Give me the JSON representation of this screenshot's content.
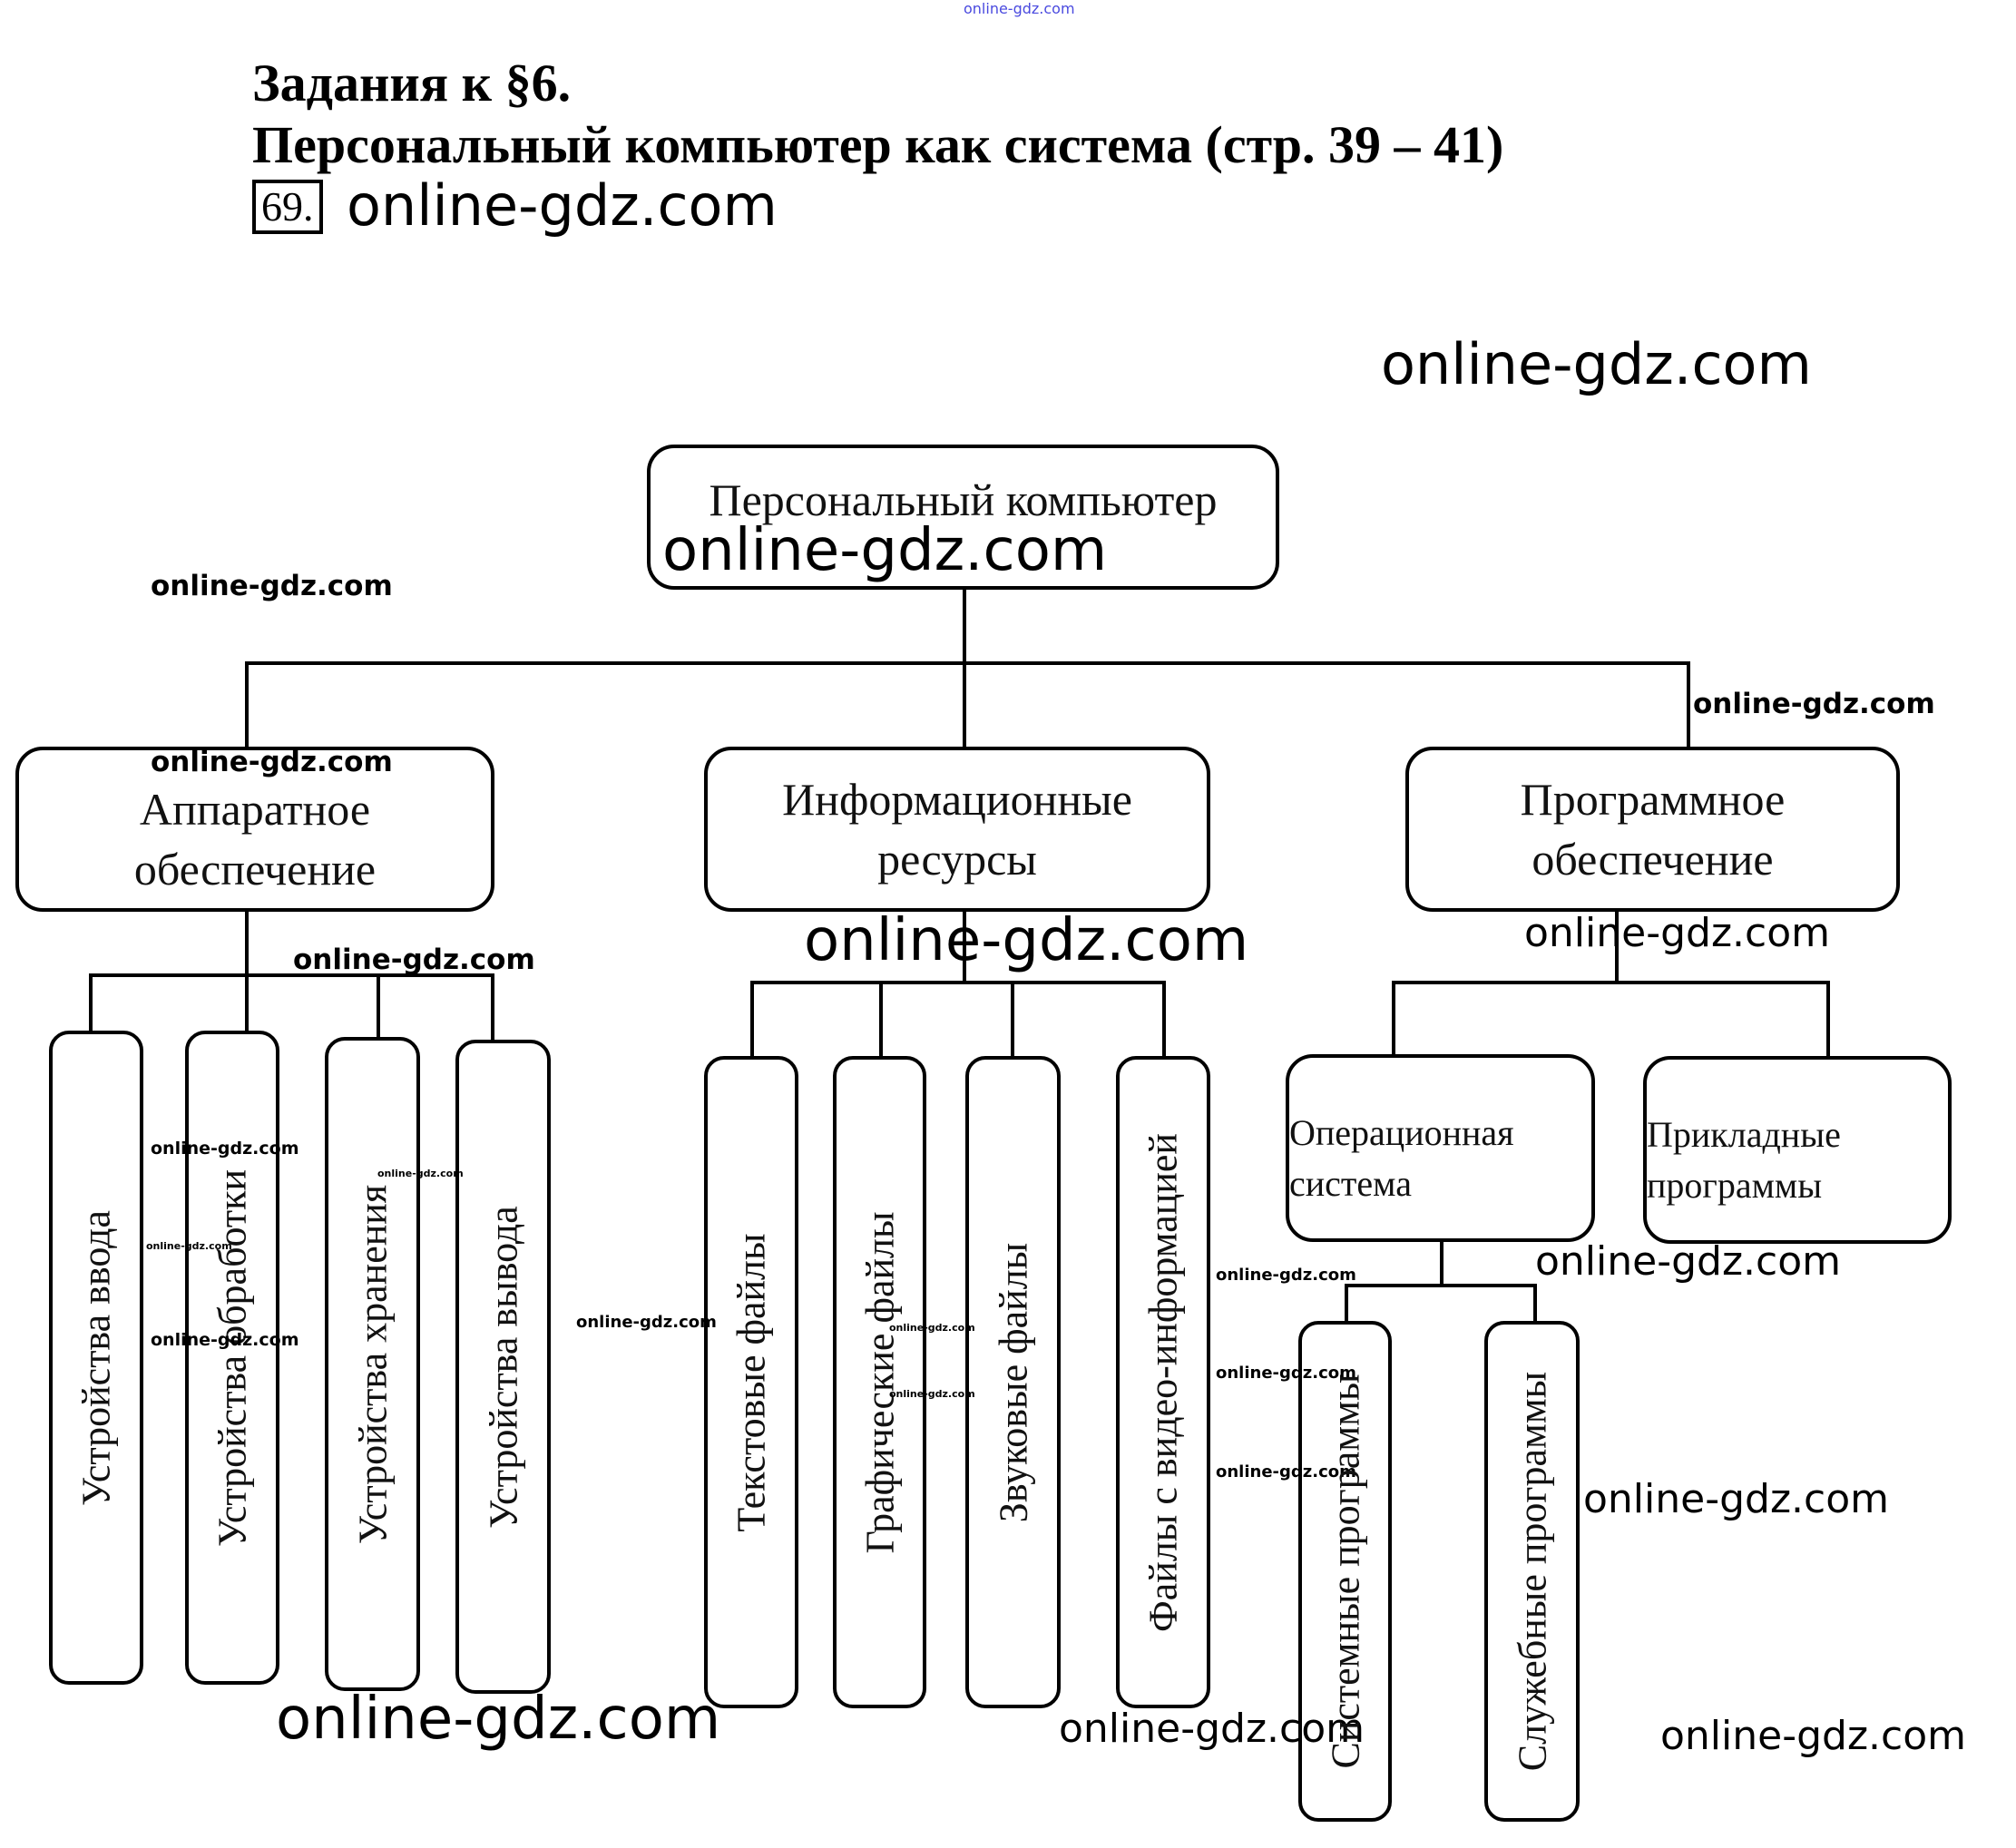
{
  "header": {
    "line1": "Задания к §6.",
    "line2": "Персональный компьютер как система (стр. 39 – 41)",
    "task_number": "69."
  },
  "diagram": {
    "root": "Персональный компьютер",
    "branches": [
      {
        "label": "Аппаратное обеспечение",
        "line1": "Аппаратное",
        "line2": "обеспечение",
        "children": [
          "Устройства ввода",
          "Устройства обработки",
          "Устройства хранения",
          "Устройства вывода"
        ]
      },
      {
        "label": "Информационные ресурсы",
        "line1": "Информационные",
        "line2": "ресурсы",
        "children": [
          "Текстовые файлы",
          "Графические файлы",
          "Звуковые файлы",
          "Файлы с видео-информацией"
        ]
      },
      {
        "label": "Программное обеспечение",
        "line1": "Программное",
        "line2": "обеспечение",
        "children": [
          {
            "label": "Операционная система",
            "line1": "Операционная",
            "line2": "система",
            "children": [
              "Системные программы",
              "Служебные программы"
            ]
          },
          {
            "label": "Прикладные программы",
            "line1": "Прикладные",
            "line2": "программы"
          }
        ]
      }
    ]
  },
  "watermark": "online-gdz.com"
}
